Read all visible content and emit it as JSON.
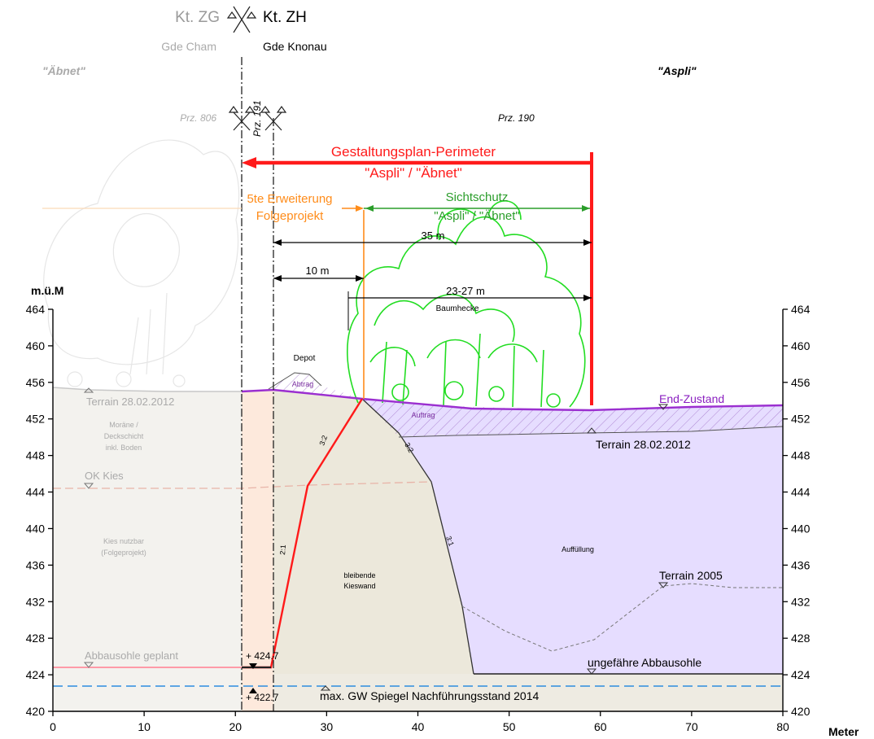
{
  "header": {
    "canton_left": "Kt. ZG",
    "canton_right": "Kt. ZH",
    "municipality_left": "Gde Cham",
    "municipality_right": "Gde Knonau",
    "area_left": "\"Äbnet\"",
    "area_right": "\"Aspli\"",
    "parcel_806": "Prz. 806",
    "parcel_191": "Prz. 191",
    "parcel_190": "Prz. 190"
  },
  "labels": {
    "perimeter_line1": "Gestaltungsplan-Perimeter",
    "perimeter_line2": "\"Aspli\" / \"Äbnet\"",
    "extension_line1": "5te Erweiterung",
    "extension_line2": "Folgeprojekt",
    "privacy_line1": "Sichtschutz",
    "privacy_line2": "\"Aspli\" / \"Äbnet\"",
    "dim_35": "35 m",
    "dim_10": "10 m",
    "dim_23_27": "23-27 m",
    "hedge": "Baumhecke",
    "depot": "Depot",
    "abtrag": "Abtrag",
    "auftrag": "Auftrag",
    "end_state": "End-Zustand",
    "terrain_2012_left": "Terrain 28.02.2012",
    "terrain_2012_right": "Terrain 28.02.2012",
    "moraine_line1": "Moräne /",
    "moraine_line2": "Deckschicht",
    "moraine_line3": "inkl. Boden",
    "ok_kies": "OK Kies",
    "kies_line1": "Kies nutzbar",
    "kies_line2": "(Folgeprojekt)",
    "remaining_line1": "bleibende",
    "remaining_line2": "Kieswand",
    "fill": "Auffüllung",
    "terrain_2005": "Terrain 2005",
    "planned_floor": "Abbausohle geplant",
    "approx_floor": "ungefähre Abbausohle",
    "elev_4247": "+ 424.7",
    "elev_4227": "+ 422.7",
    "groundwater": "max. GW Spiegel Nachführungsstand 2014",
    "slope_32_a": "3:2",
    "slope_32_b": "3:2",
    "slope_31": "3:1",
    "slope_21": "2:1"
  },
  "axes": {
    "y_title": "m.ü.M",
    "x_title": "Meter",
    "y_ticks": [
      "464",
      "460",
      "456",
      "452",
      "448",
      "444",
      "440",
      "436",
      "432",
      "428",
      "424",
      "420"
    ],
    "x_ticks": [
      "0",
      "10",
      "20",
      "30",
      "40",
      "50",
      "60",
      "70",
      "80"
    ]
  },
  "colors": {
    "perimeter": "#ff1a1a",
    "extension": "#ff8c1a",
    "privacy": "#2a9d2a",
    "vegetation": "#22dd22",
    "end_state": "#9b2fd0",
    "fill": "#e4dcff",
    "gravel": "#ece8db",
    "groundwater": "#2d8de0"
  }
}
